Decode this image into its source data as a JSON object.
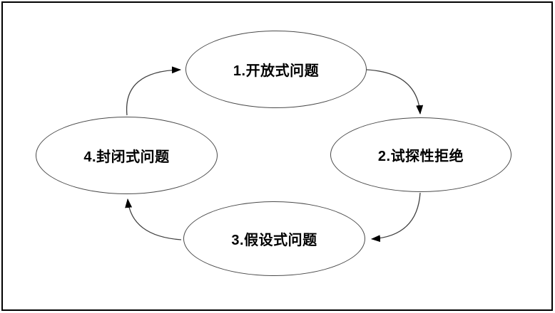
{
  "diagram": {
    "type": "cycle",
    "nodes": [
      {
        "id": "node-1",
        "label": "1.开放式问题",
        "position": "top"
      },
      {
        "id": "node-2",
        "label": "2.试探性拒绝",
        "position": "right"
      },
      {
        "id": "node-3",
        "label": "3.假设式问题",
        "position": "bottom"
      },
      {
        "id": "node-4",
        "label": "4.封闭式问题",
        "position": "left"
      }
    ],
    "arrows": [
      {
        "from": "node-1",
        "to": "node-2"
      },
      {
        "from": "node-2",
        "to": "node-3"
      },
      {
        "from": "node-3",
        "to": "node-4"
      },
      {
        "from": "node-4",
        "to": "node-1"
      }
    ],
    "colors": {
      "page-bg": "#ffffff",
      "frame-border": "#000000",
      "ellipse-stroke": "#4a4a4a",
      "arrow-stroke": "#404040",
      "arrowhead-fill": "#000000",
      "text-color": "#000000"
    }
  }
}
